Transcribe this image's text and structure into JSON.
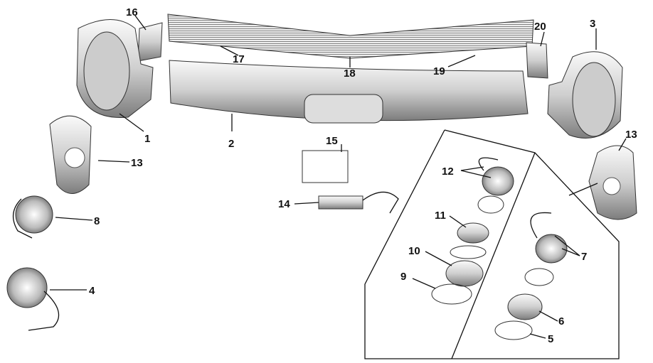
{
  "diagram": {
    "labels": [
      "16",
      "17",
      "18",
      "19",
      "20",
      "3",
      "1",
      "2",
      "15",
      "13",
      "13",
      "12",
      "14",
      "11",
      "8",
      "10",
      "7",
      "9",
      "4",
      "6",
      "5"
    ],
    "colors": {
      "ink": "#111111",
      "metal_light": "#f2f2f2",
      "metal_dark": "#8a8a8a"
    }
  }
}
